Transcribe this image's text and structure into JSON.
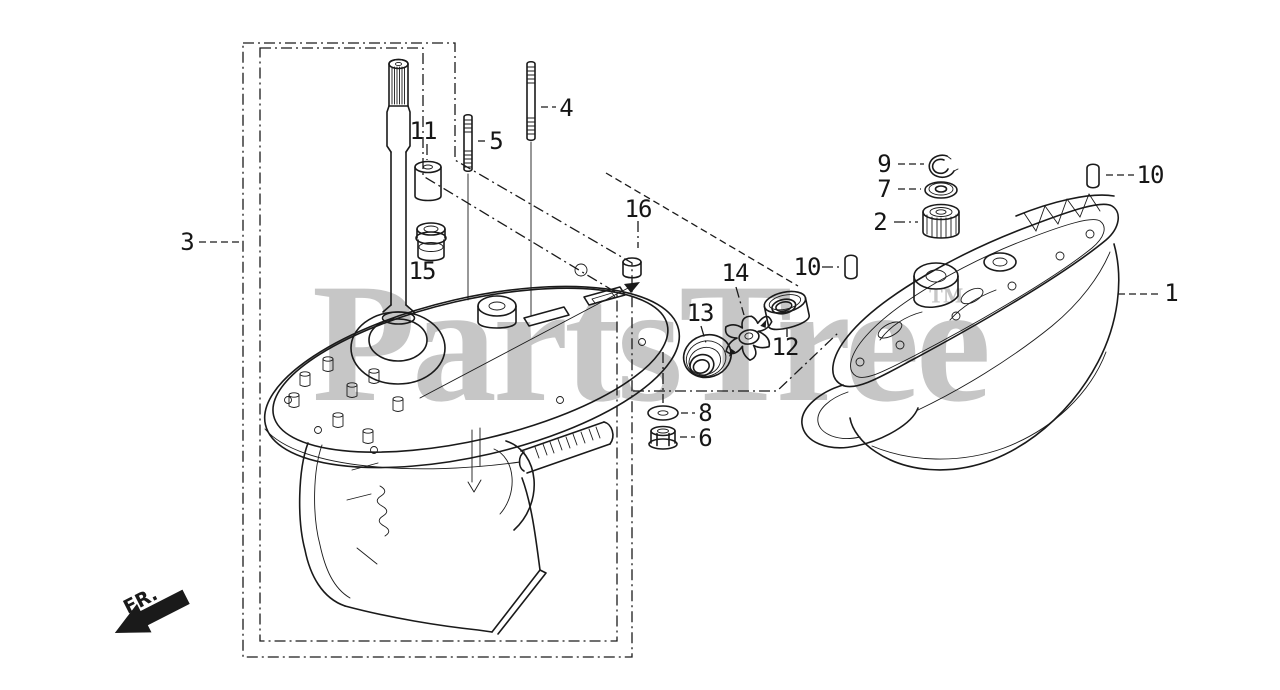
{
  "watermark": {
    "text": "PartsTree",
    "tm": "™"
  },
  "direction_indicator": {
    "label": "FR."
  },
  "colors": {
    "line": "#1a1a1a",
    "watermark": "#c6c6c6",
    "background": "#ffffff"
  },
  "callouts": [
    {
      "part_number": "1"
    },
    {
      "part_number": "2"
    },
    {
      "part_number": "3"
    },
    {
      "part_number": "4"
    },
    {
      "part_number": "5"
    },
    {
      "part_number": "6"
    },
    {
      "part_number": "7"
    },
    {
      "part_number": "8"
    },
    {
      "part_number": "9"
    },
    {
      "part_number": "10"
    },
    {
      "part_number": "10"
    },
    {
      "part_number": "11"
    },
    {
      "part_number": "12"
    },
    {
      "part_number": "13"
    },
    {
      "part_number": "14"
    },
    {
      "part_number": "15"
    },
    {
      "part_number": "16"
    }
  ]
}
